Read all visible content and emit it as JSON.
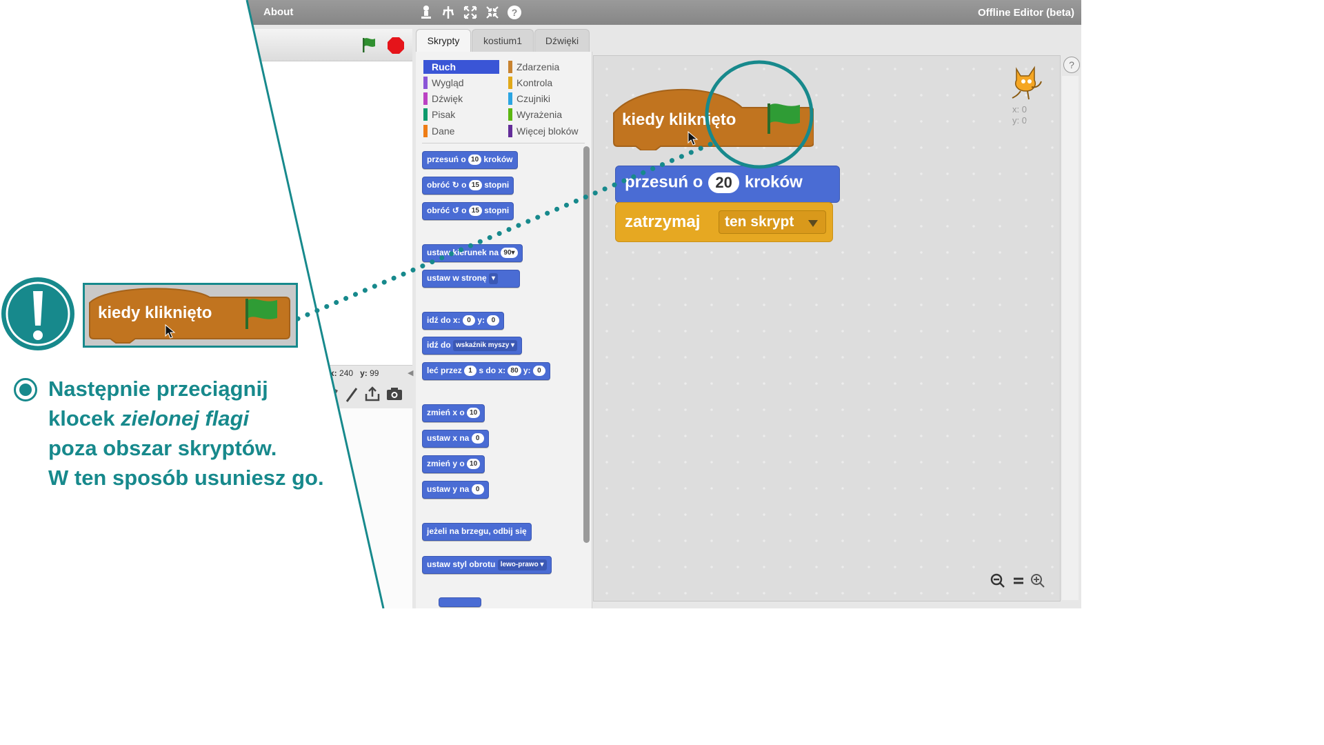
{
  "menu": {
    "about": "About",
    "window_title": "Offline Editor (beta)"
  },
  "toolbar_icons": [
    "duplicate-icon",
    "delete-icon",
    "grow-icon",
    "shrink-icon",
    "help-icon"
  ],
  "tabs": {
    "scripts": "Skrypty",
    "costumes": "kostium1",
    "sounds": "Dźwięki"
  },
  "categories_left": [
    {
      "label": "Ruch",
      "color": "#4a6cd4"
    },
    {
      "label": "Wygląd",
      "color": "#8a55d7"
    },
    {
      "label": "Dźwięk",
      "color": "#bb42c3"
    },
    {
      "label": "Pisak",
      "color": "#0e9a6c"
    },
    {
      "label": "Dane",
      "color": "#ee7d16"
    }
  ],
  "categories_right": [
    {
      "label": "Zdarzenia",
      "color": "#c88330"
    },
    {
      "label": "Kontrola",
      "color": "#e1a91a"
    },
    {
      "label": "Czujniki",
      "color": "#2ca5e2"
    },
    {
      "label": "Wyrażenia",
      "color": "#5cb712"
    },
    {
      "label": "Więcej bloków",
      "color": "#632d99"
    }
  ],
  "palette": {
    "move_a": "przesuń o",
    "move_n": "10",
    "move_b": "kroków",
    "turn_r_a": "obróć",
    "turn_r_b": "o",
    "turn_r_n": "15",
    "turn_r_c": "stopni",
    "turn_l_a": "obróć",
    "turn_l_b": "o",
    "turn_l_n": "15",
    "turn_l_c": "stopni",
    "dir_a": "ustaw kierunek na",
    "dir_n": "90▾",
    "towards": "ustaw w stronę",
    "goto_a": "idź do x:",
    "goto_x": "0",
    "goto_b": "y:",
    "goto_y": "0",
    "goto2_a": "idź do",
    "goto2_dd": "wskaźnik myszy ▾",
    "glide_a": "leć przez",
    "glide_t": "1",
    "glide_b": "s do x:",
    "glide_x": "80",
    "glide_c": "y:",
    "glide_y": "0",
    "changex_a": "zmień x o",
    "changex_n": "10",
    "setx_a": "ustaw x na",
    "setx_n": "0",
    "changey_a": "zmień y o",
    "changey_n": "10",
    "sety_a": "ustaw y na",
    "sety_n": "0",
    "bounce": "jeżeli na brzegu, odbij się",
    "rot_a": "ustaw styl obrotu",
    "rot_dd": "lewo-prawo ▾"
  },
  "stage": {
    "x_label": "x:",
    "x_value": "240",
    "y_label": "y:",
    "y_value": "99"
  },
  "script": {
    "hat_label": "kiedy kliknięto",
    "move_a": "przesuń o",
    "move_n": "20",
    "move_b": "kroków",
    "stop_a": "zatrzymaj",
    "stop_dd": "ten skrypt"
  },
  "sprite": {
    "x": "x: 0",
    "y": "y: 0"
  },
  "overlay": {
    "preview_label": "kiedy kliknięto",
    "line1": "Następnie przeciągnij",
    "line2a": "klocek ",
    "line2b": "zielonej flagi",
    "line3": "poza obszar skryptów.",
    "line4": "W ten sposób usuniesz go."
  },
  "colors": {
    "accent": "#17898c",
    "motion": "#4a6cd4",
    "events": "#c88330",
    "control": "#e6a822"
  }
}
